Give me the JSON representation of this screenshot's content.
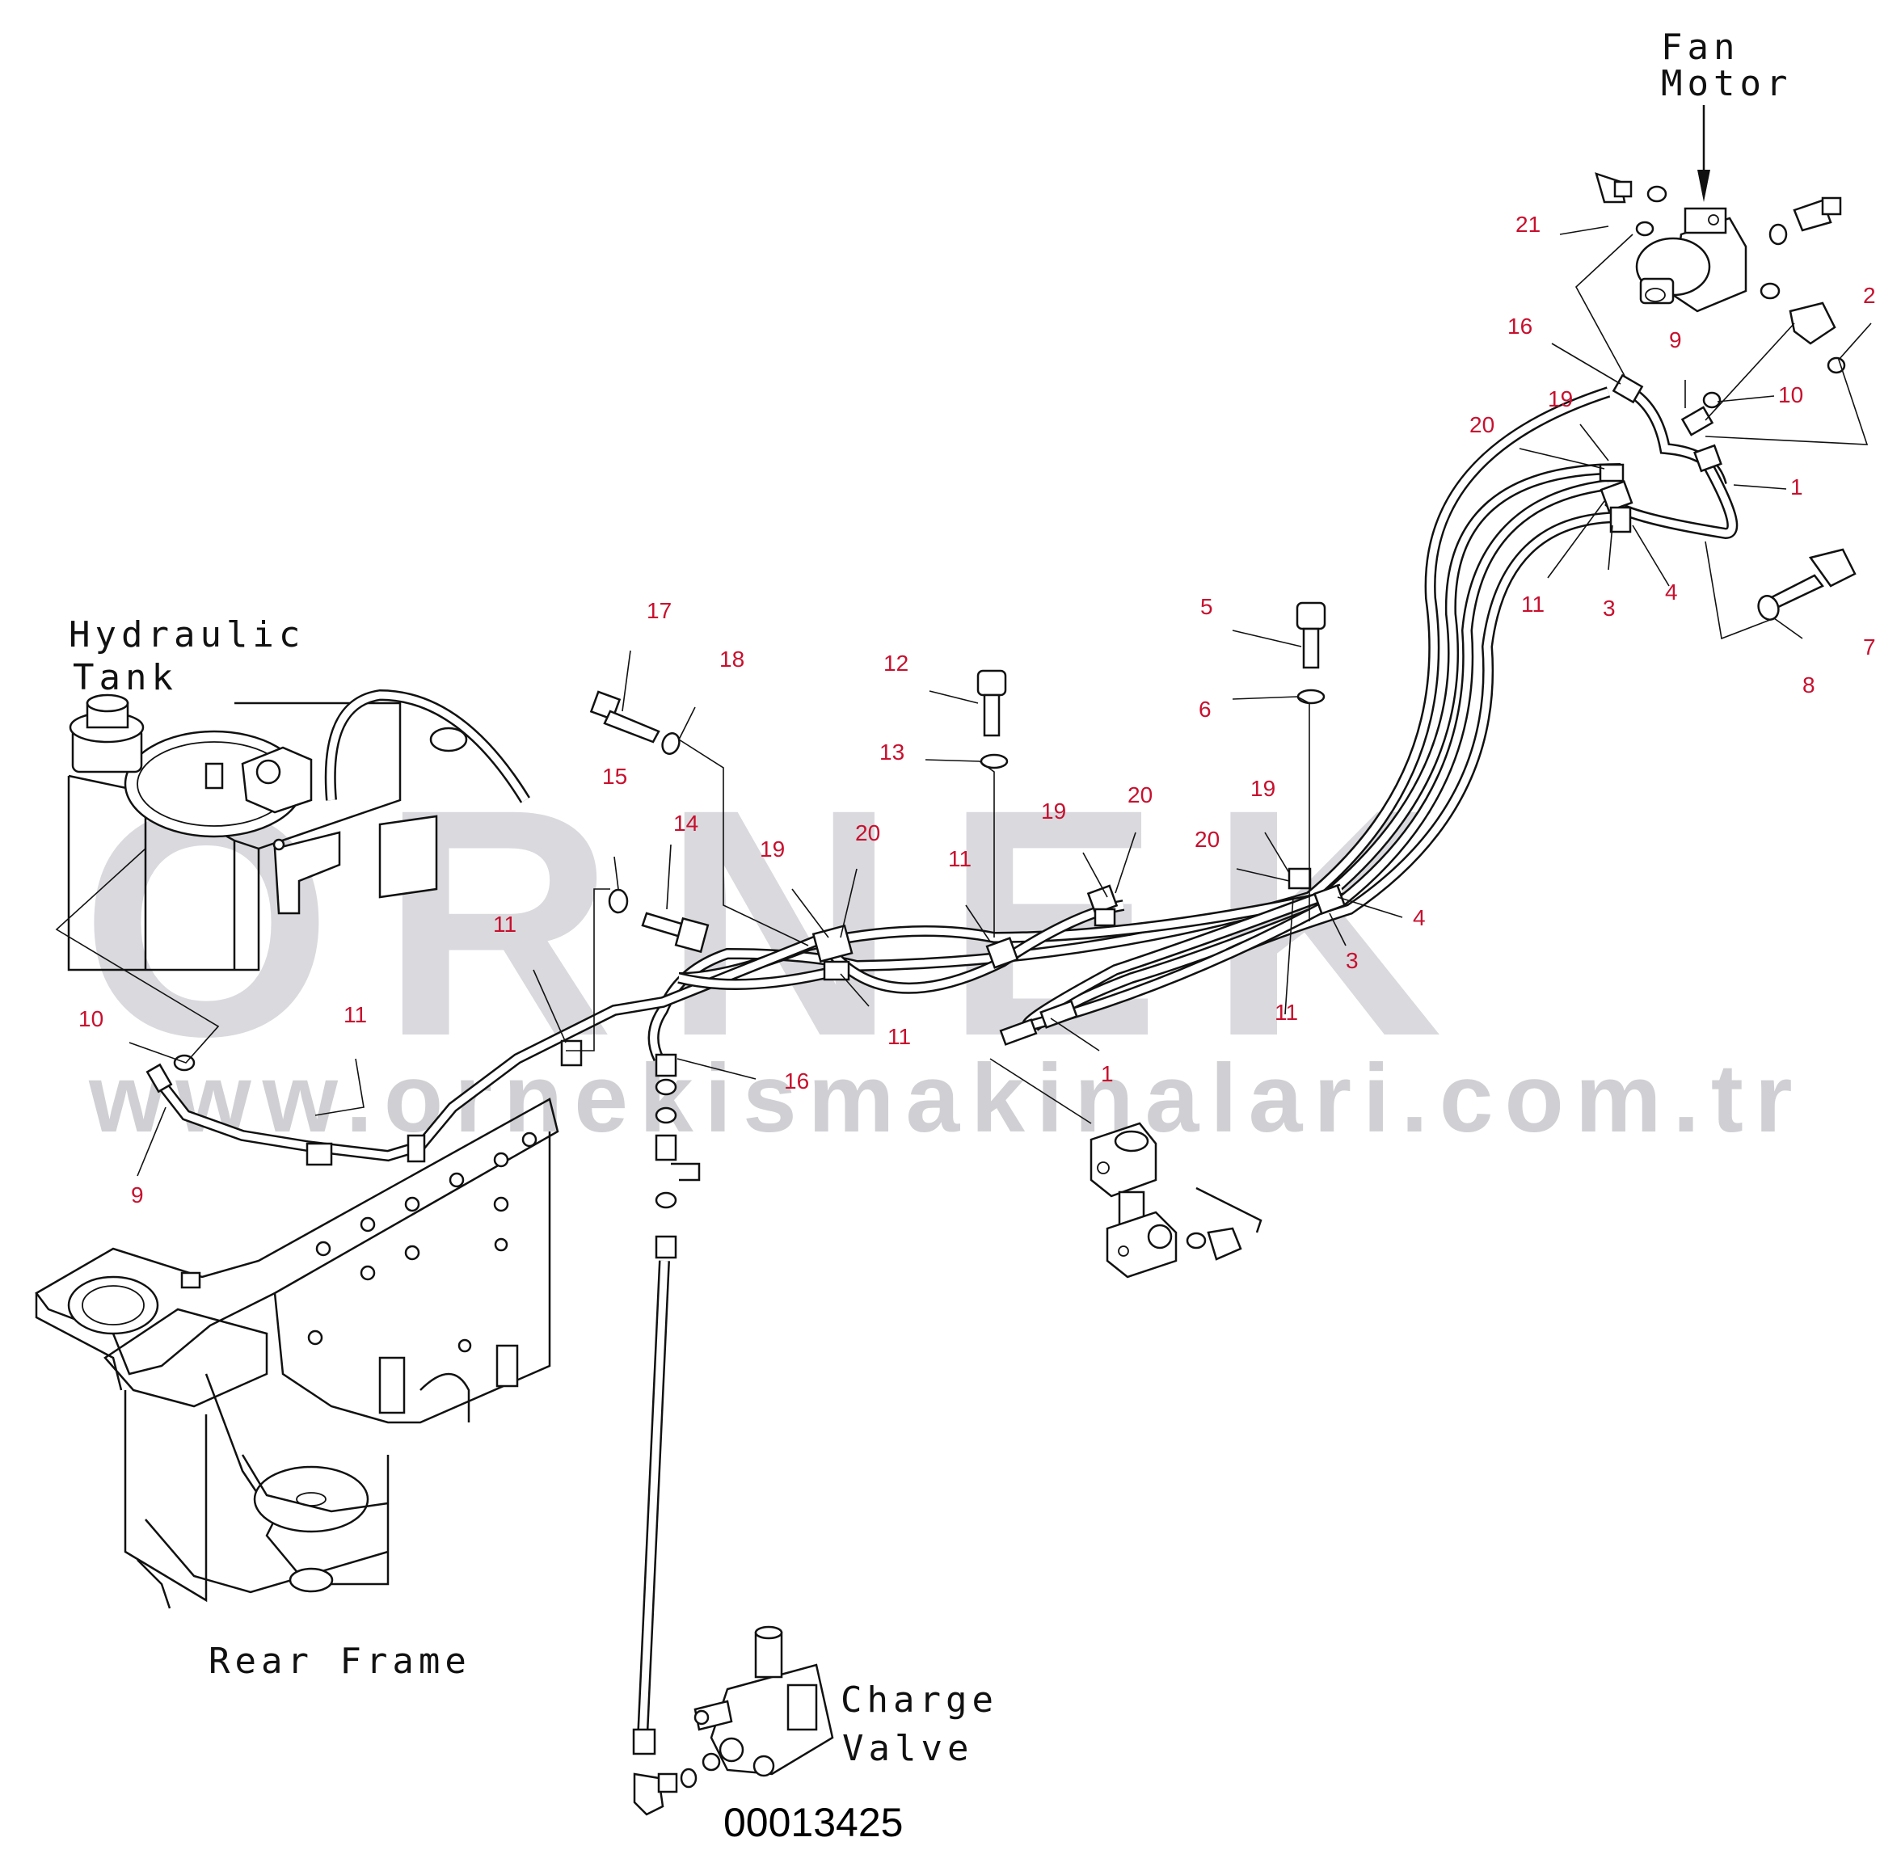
{
  "watermark": {
    "brand": "ORNEK",
    "url": "www.ornekismakinalari.com.tr"
  },
  "labels": {
    "fan_motor": [
      "Fan",
      "Motor"
    ],
    "hydraulic_tank": [
      "Hydraulic",
      "Tank"
    ],
    "rear_frame": "Rear Frame",
    "charge_valve": [
      "Charge",
      "Valve"
    ]
  },
  "document_number": "00013425",
  "callouts": [
    {
      "id": "c21",
      "text": "21"
    },
    {
      "id": "c2",
      "text": "2"
    },
    {
      "id": "c16a",
      "text": "16"
    },
    {
      "id": "c9a",
      "text": "9"
    },
    {
      "id": "c10a",
      "text": "10"
    },
    {
      "id": "c19a",
      "text": "19"
    },
    {
      "id": "c20a",
      "text": "20"
    },
    {
      "id": "c1a",
      "text": "1"
    },
    {
      "id": "c11a",
      "text": "11"
    },
    {
      "id": "c3a",
      "text": "3"
    },
    {
      "id": "c4a",
      "text": "4"
    },
    {
      "id": "c7",
      "text": "7"
    },
    {
      "id": "c8",
      "text": "8"
    },
    {
      "id": "c5",
      "text": "5"
    },
    {
      "id": "c6",
      "text": "6"
    },
    {
      "id": "c17",
      "text": "17"
    },
    {
      "id": "c18",
      "text": "18"
    },
    {
      "id": "c12",
      "text": "12"
    },
    {
      "id": "c13",
      "text": "13"
    },
    {
      "id": "c15",
      "text": "15"
    },
    {
      "id": "c14",
      "text": "14"
    },
    {
      "id": "c19b",
      "text": "19"
    },
    {
      "id": "c20b",
      "text": "20"
    },
    {
      "id": "c19c",
      "text": "19"
    },
    {
      "id": "c20c",
      "text": "20"
    },
    {
      "id": "c19d",
      "text": "19"
    },
    {
      "id": "c20d",
      "text": "20"
    },
    {
      "id": "c11b",
      "text": "11"
    },
    {
      "id": "c11c",
      "text": "11"
    },
    {
      "id": "c11d",
      "text": "11"
    },
    {
      "id": "c4b",
      "text": "4"
    },
    {
      "id": "c3b",
      "text": "3"
    },
    {
      "id": "c11e",
      "text": "11"
    },
    {
      "id": "c10b",
      "text": "10"
    },
    {
      "id": "c11f",
      "text": "11"
    },
    {
      "id": "c9b",
      "text": "9"
    },
    {
      "id": "c16b",
      "text": "16"
    },
    {
      "id": "c1b",
      "text": "1"
    }
  ]
}
